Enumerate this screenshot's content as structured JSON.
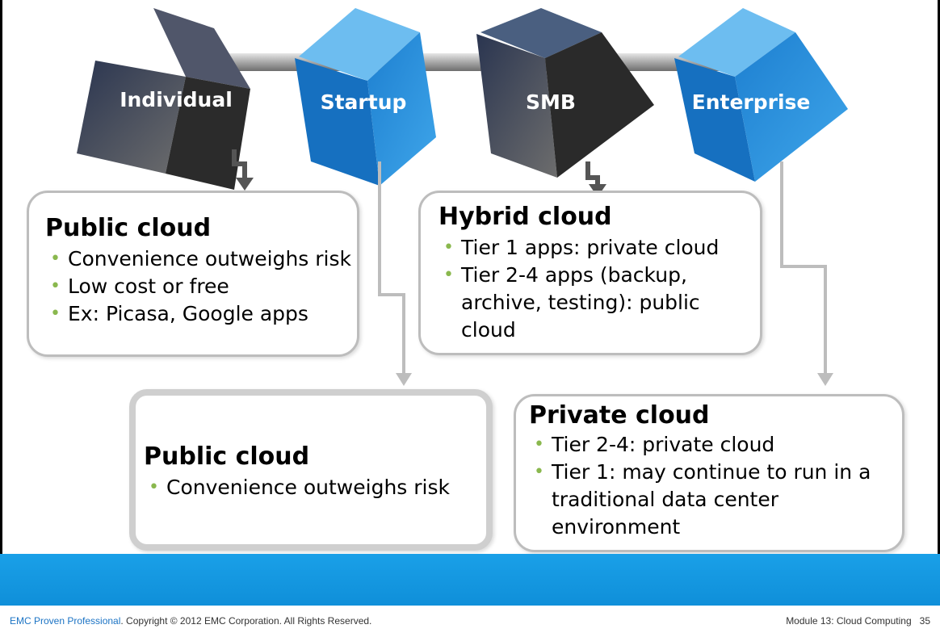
{
  "segments": [
    "Individual",
    "Startup",
    "SMB",
    "Enterprise"
  ],
  "boxes": {
    "individual": {
      "title": "Public cloud",
      "bullets": [
        "Convenience outweighs risk",
        "Low cost or free",
        "Ex: Picasa, Google apps"
      ]
    },
    "smb": {
      "title": "Hybrid cloud",
      "bullets": [
        "Tier 1 apps: private cloud",
        "Tier 2-4 apps (backup, archive, testing): public cloud"
      ]
    },
    "startup": {
      "title": "Public cloud",
      "bullets": [
        "Convenience outweighs risk"
      ]
    },
    "enterprise": {
      "title": "Private cloud",
      "bullets": [
        "Tier 2-4: private cloud",
        "Tier 1: may continue to run in a traditional data center environment"
      ]
    }
  },
  "footer": {
    "brand": "EMC Proven Professional",
    "copyright": ". Copyright © 2012 EMC Corporation. All Rights Reserved.",
    "module": "Module 13: Cloud Computing",
    "page": "35"
  },
  "colors": {
    "blue_cube": "#1e86d6",
    "dark_cube": "#2f3a4f",
    "bar": "#1aa0e8",
    "bullet": "#8ab84e"
  }
}
